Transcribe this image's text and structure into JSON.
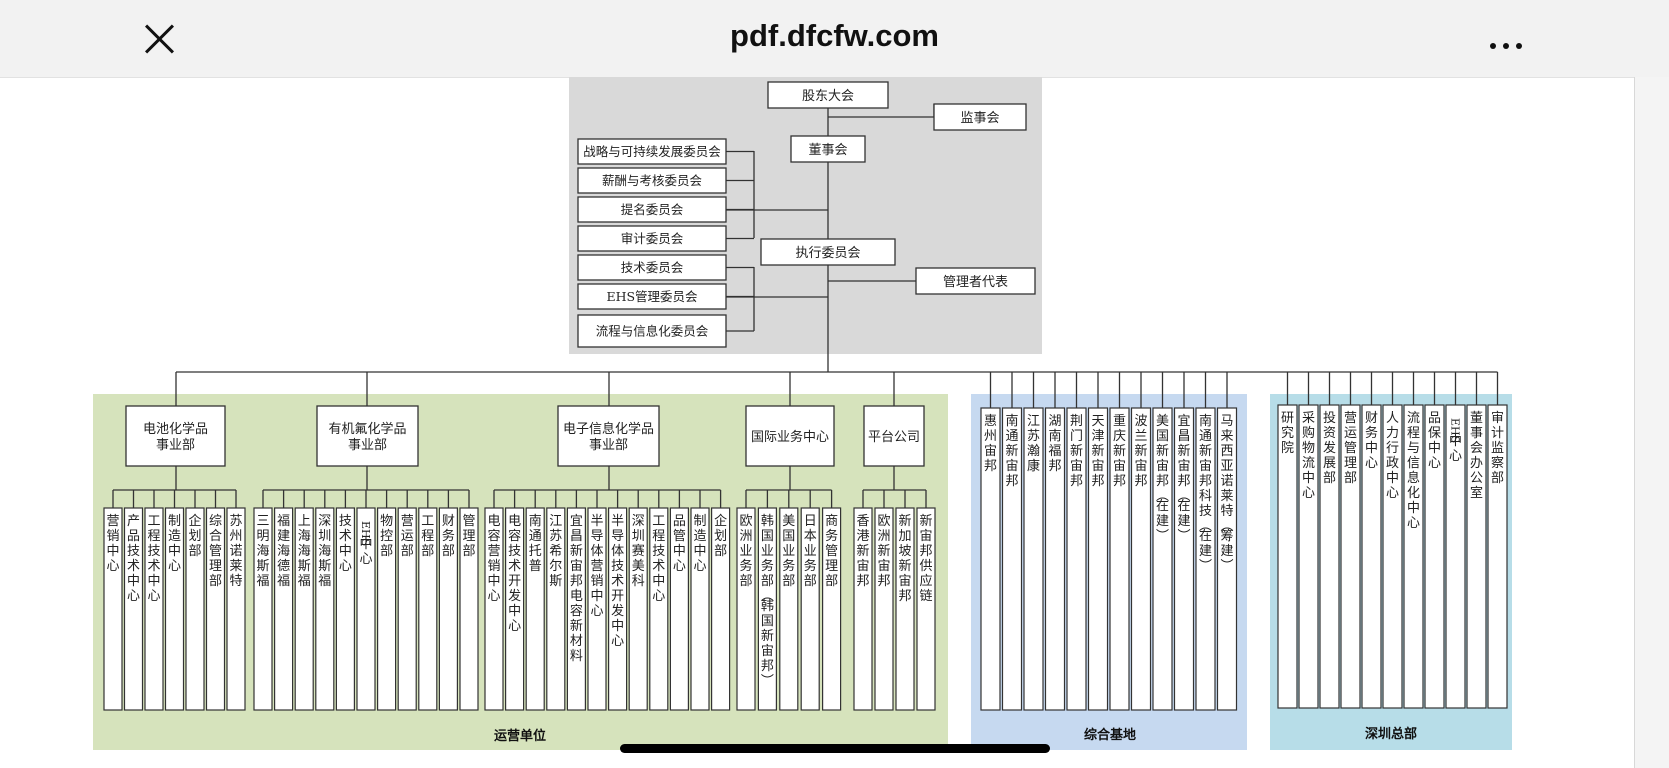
{
  "header": {
    "url": "pdf.dfcfw.com"
  },
  "colors": {
    "top_bg": "#d9d9d9",
    "ops_bg": "#d6e3bc",
    "base_bg": "#c6d9f0",
    "hq_bg": "#b7dde8",
    "line": "#333333"
  },
  "governance": {
    "shareholders": "股东大会",
    "supervisors": "监事会",
    "board": "董事会",
    "executive": "执行委员会",
    "management_rep": "管理者代表",
    "committees": [
      "战略与可持续发展委员会",
      "薪酬与考核委员会",
      "提名委员会",
      "审计委员会",
      "技术委员会",
      "EHS管理委员会",
      "流程与信息化委员会"
    ]
  },
  "business": {
    "label": "运营单位",
    "units": [
      {
        "name": "电池化学品事业部",
        "subs": [
          "营销中心",
          "产品技术中心",
          "工程技术中心",
          "制造中心",
          "企划部",
          "综合管理部",
          "苏州诺莱特"
        ]
      },
      {
        "name": "有机氟化学品事业部",
        "subs": [
          "三明海斯福",
          "福建海德福",
          "上海海斯福",
          "深圳海斯福",
          "技术中心",
          "EHS中心",
          "物控部",
          "营运部",
          "工程部",
          "财务部",
          "管理部"
        ]
      },
      {
        "name": "电子信息化学品事业部",
        "subs": [
          "电容营销中心",
          "电容技术开发中心",
          "南通托普",
          "江苏希尔斯",
          "宜昌新宙邦电容新材料",
          "半导体营销中心",
          "半导体技术开发中心",
          "深圳赛美科",
          "工程技术中心",
          "品管中心",
          "制造中心",
          "企划部"
        ]
      },
      {
        "name": "国际业务中心",
        "subs": [
          "欧洲业务部",
          "韩国业务部（韩国新宙邦）",
          "美国业务部",
          "日本业务部",
          "商务管理部"
        ]
      },
      {
        "name": "平台公司",
        "subs": [
          "香港新宙邦",
          "欧洲新宙邦",
          "新加坡新宙邦",
          "新宙邦供应链"
        ]
      }
    ]
  },
  "bases": {
    "label": "综合基地",
    "items": [
      "惠州宙邦",
      "南通新宙邦",
      "江苏瀚康",
      "湖南福邦",
      "荆门新宙邦",
      "天津新宙邦",
      "重庆新宙邦",
      "波兰新宙邦",
      "美国新宙邦（在建）",
      "宜昌新宙邦（在建）",
      "南通新宙邦科技（在建）",
      "马来西亚诺莱特（筹建）"
    ]
  },
  "headquarters": {
    "label": "深圳总部",
    "items": [
      "研究院",
      "采购物流中心",
      "投资发展部",
      "营运管理部",
      "财务中心",
      "人力行政中心",
      "流程与信息化中心",
      "品保中心",
      "EHS中心",
      "董事会办公室",
      "审计监察部"
    ]
  }
}
